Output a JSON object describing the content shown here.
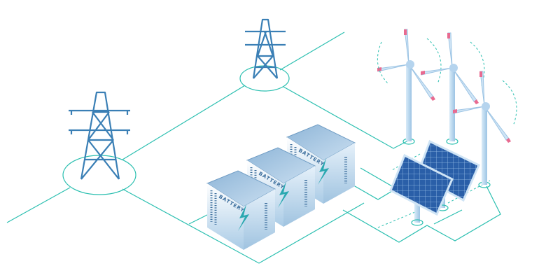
{
  "illustration": {
    "batteries": [
      {
        "label": "BATTERY"
      },
      {
        "label": "BATTERY"
      },
      {
        "label": "BATTERY"
      }
    ],
    "colors": {
      "wire": "#2bbfb0",
      "tower": "#3a7fb5",
      "battery_body": "#c8dff0",
      "lightning": "#2aa8b0",
      "turbine_tip": "#e86a90",
      "solar_panel": "#2a5fa8"
    },
    "icons": [
      "transmission-tower-icon",
      "battery-icon",
      "wind-turbine-icon",
      "solar-panel-icon",
      "lightning-bolt-icon"
    ]
  }
}
